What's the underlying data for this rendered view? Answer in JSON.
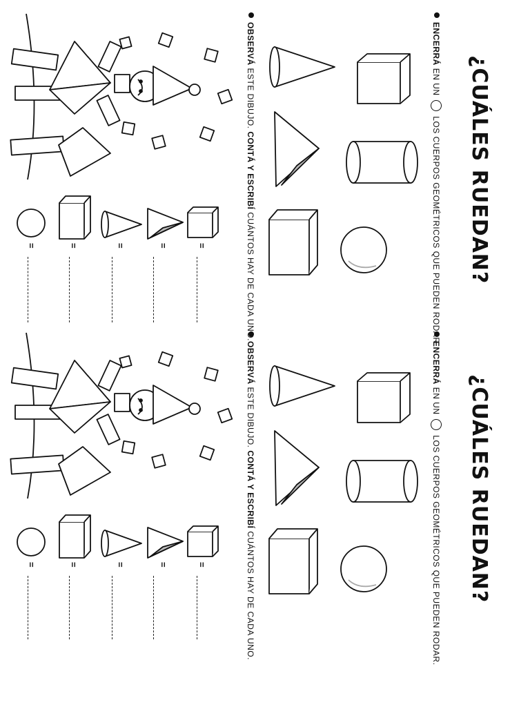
{
  "worksheets": [
    {
      "title": "¿CUÁLES RUEDAN?",
      "instruction1": {
        "verb": "ENCERRÁ",
        "text_a": "EN UN",
        "text_b": "LOS CUERPOS GEOMÉTRICOS QUE PUEDEN RODAR."
      },
      "instruction2": {
        "verb": "OBSERVÁ",
        "text_a": "ESTE DIBUJO.",
        "verb2": "CONTÁ Y ESCRIBÍ",
        "text_b": "CUÁNTOS HAY DE CADA UNO."
      },
      "equals": [
        "=",
        "=",
        "=",
        "=",
        "="
      ],
      "shapes": [
        "cone",
        "cube",
        "triangular-pyramid",
        "cylinder",
        "rectangular-prism",
        "sphere"
      ],
      "count_shapes": [
        "sphere",
        "rectangular-prism",
        "cone",
        "pyramid",
        "cube"
      ]
    },
    {
      "title": "¿CUÁLES RUEDAN?",
      "instruction1": {
        "verb": "ENCERRÁ",
        "text_a": "EN UN",
        "text_b": "LOS CUERPOS GEOMÉTRICOS QUE PUEDEN RODAR."
      },
      "instruction2": {
        "verb": "OBSERVÁ",
        "text_a": "ESTE DIBUJO.",
        "verb2": "CONTÁ Y ESCRIBÍ",
        "text_b": "CUÁNTOS HAY DE CADA UNO."
      },
      "equals": [
        "=",
        "=",
        "=",
        "=",
        "="
      ],
      "shapes": [
        "cone",
        "cube",
        "triangular-pyramid",
        "cylinder",
        "rectangular-prism",
        "sphere"
      ],
      "count_shapes": [
        "sphere",
        "rectangular-prism",
        "cone",
        "pyramid",
        "cube"
      ]
    }
  ]
}
